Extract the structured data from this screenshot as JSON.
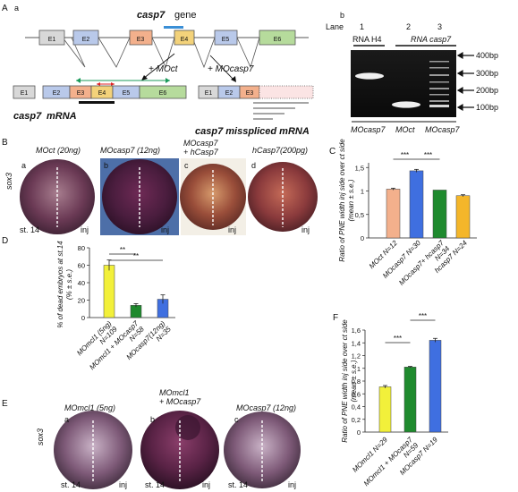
{
  "panel_labels": {
    "A": "A",
    "a": "a",
    "b": "b",
    "B": "B",
    "C": "C",
    "D": "D",
    "E": "E",
    "F": "F"
  },
  "panelA": {
    "gene_label": "casp7",
    "gene_suffix": "gene",
    "exons_top": [
      "E1",
      "E2",
      "E3",
      "E4",
      "E5",
      "E6"
    ],
    "moct_label": "+ MOct",
    "mocasp7_label": "+ MOcasp7",
    "mrna_exons": [
      "E1",
      "E2",
      "E3",
      "E4",
      "E5",
      "E6"
    ],
    "mis_exons": [
      "E1",
      "E2",
      "E3"
    ],
    "mrna_label_gene": "casp7",
    "mrna_label_rest": "mRNA",
    "mis_label": "casp7 misspliced mRNA"
  },
  "panelAb": {
    "lane_word": "Lane",
    "lanes": [
      "1",
      "2",
      "3"
    ],
    "rna_h4": "RNA H4",
    "rna_casp7": "RNA casp7",
    "markers": [
      "400bp",
      "300bp",
      "200bp",
      "100bp"
    ],
    "bottom": [
      "MOcasp7",
      "MOct",
      "MOcasp7"
    ]
  },
  "panelB": {
    "titles": [
      "MOct (20ng)",
      "MOcasp7 (12ng)",
      "MOcasp7",
      "+ hCasp7",
      "hCasp7(200pg)"
    ],
    "letters": [
      "a",
      "b",
      "c",
      "d"
    ],
    "sox": "sox3",
    "st": "st. 14",
    "inj": "inj"
  },
  "panelE": {
    "titles": [
      "MOmcl1 (5ng)",
      "MOmcl1",
      "+ MOcasp7",
      "MOcasp7 (12ng)"
    ],
    "letters": [
      "a",
      "b",
      "c"
    ],
    "sox": "sox3",
    "st": "st. 14",
    "inj": "inj"
  },
  "chart_data": [
    {
      "panel": "C",
      "type": "bar",
      "categories": [
        "MOct N=12",
        "MOcasp7 N=30",
        "MOcasp7+ hcasp7 N=34",
        "hcasp7 N=24"
      ],
      "values": [
        1.04,
        1.43,
        1.02,
        0.9
      ],
      "errors": [
        0.02,
        0.03,
        0.0,
        0.02
      ],
      "colors": [
        "#f3b08c",
        "#3f6fe0",
        "#1f8a2e",
        "#f4b62a"
      ],
      "ylabel": "Ratio of PNE width inj side over ct side (mean ± s.e.)",
      "ylim": [
        0,
        1.6
      ],
      "yticks": [
        "0",
        "0,5",
        "1",
        "1,5"
      ],
      "ytick_values": [
        0,
        0.5,
        1,
        1.5
      ],
      "significance": [
        "***",
        "***"
      ]
    },
    {
      "panel": "D",
      "type": "bar",
      "categories": [
        "MOmcl1 (5ng) N=109",
        "MOmcl1 + MOcasp7 N=58",
        "MOcasp7(12ng) N=35"
      ],
      "values": [
        60,
        14,
        21
      ],
      "errors": [
        6,
        2,
        5
      ],
      "colors": [
        "#f2f03a",
        "#1f8a2e",
        "#3f6fe0"
      ],
      "ylabel": "% of dead embryos at st.14 (% ± s.e.)",
      "ylim": [
        0,
        80
      ],
      "yticks": [
        "0",
        "20",
        "40",
        "60",
        "80"
      ],
      "ytick_values": [
        0,
        20,
        40,
        60,
        80
      ],
      "significance": [
        "**",
        "**"
      ]
    },
    {
      "panel": "F",
      "type": "bar",
      "categories": [
        "MOmcl1 N=29",
        "MOmcl1 + MOcasp7 N=59",
        "MOcasp7 N=19"
      ],
      "values": [
        0.71,
        1.02,
        1.44
      ],
      "errors": [
        0.02,
        0.01,
        0.03
      ],
      "colors": [
        "#f2f03a",
        "#1f8a2e",
        "#3f6fe0"
      ],
      "ylabel": "Ratio of PNE width inj side over ct side (mean ± s.e.)",
      "ylim": [
        0,
        1.6
      ],
      "yticks": [
        "0",
        "0,2",
        "0,4",
        "0,6",
        "0,8",
        "1",
        "1,2",
        "1,4",
        "1,6"
      ],
      "ytick_values": [
        0,
        0.2,
        0.4,
        0.6,
        0.8,
        1,
        1.2,
        1.4,
        1.6
      ],
      "significance": [
        "***",
        "***"
      ]
    }
  ]
}
